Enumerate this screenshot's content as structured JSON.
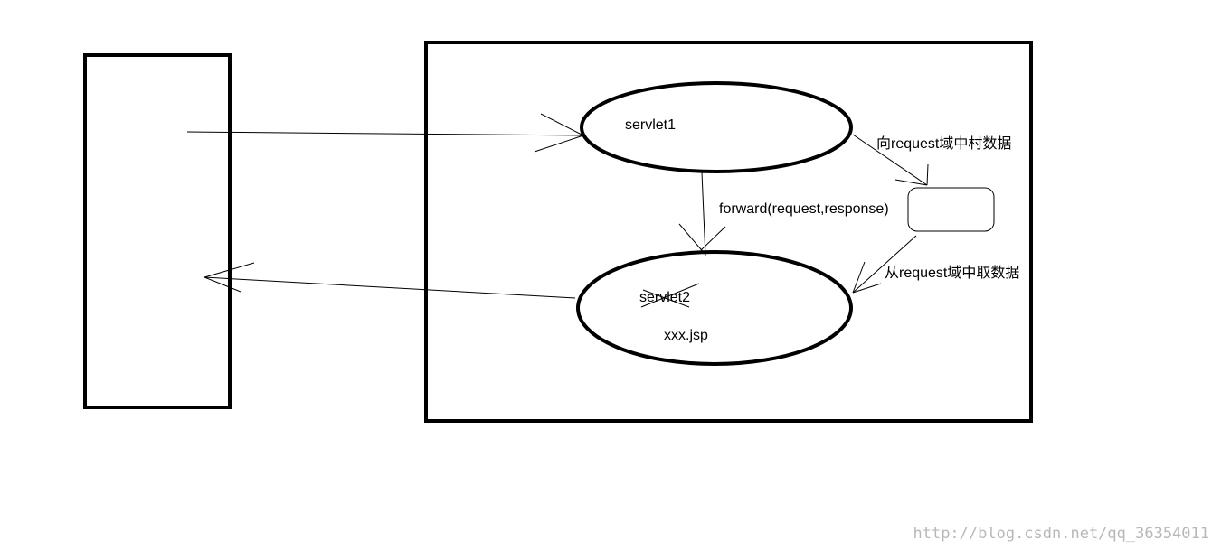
{
  "labels": {
    "servlet1": "servlet1",
    "forward": "forward(request,response)",
    "store": "向request域中村数据",
    "servlet2": "servlet2",
    "jsp": "xxx.jsp",
    "fetch": "从request域中取数据"
  },
  "watermark": "http://blog.csdn.net/qq_36354011",
  "colors": {
    "ink": "#000000",
    "watermark": "#b8b8b8",
    "background": "#ffffff"
  }
}
